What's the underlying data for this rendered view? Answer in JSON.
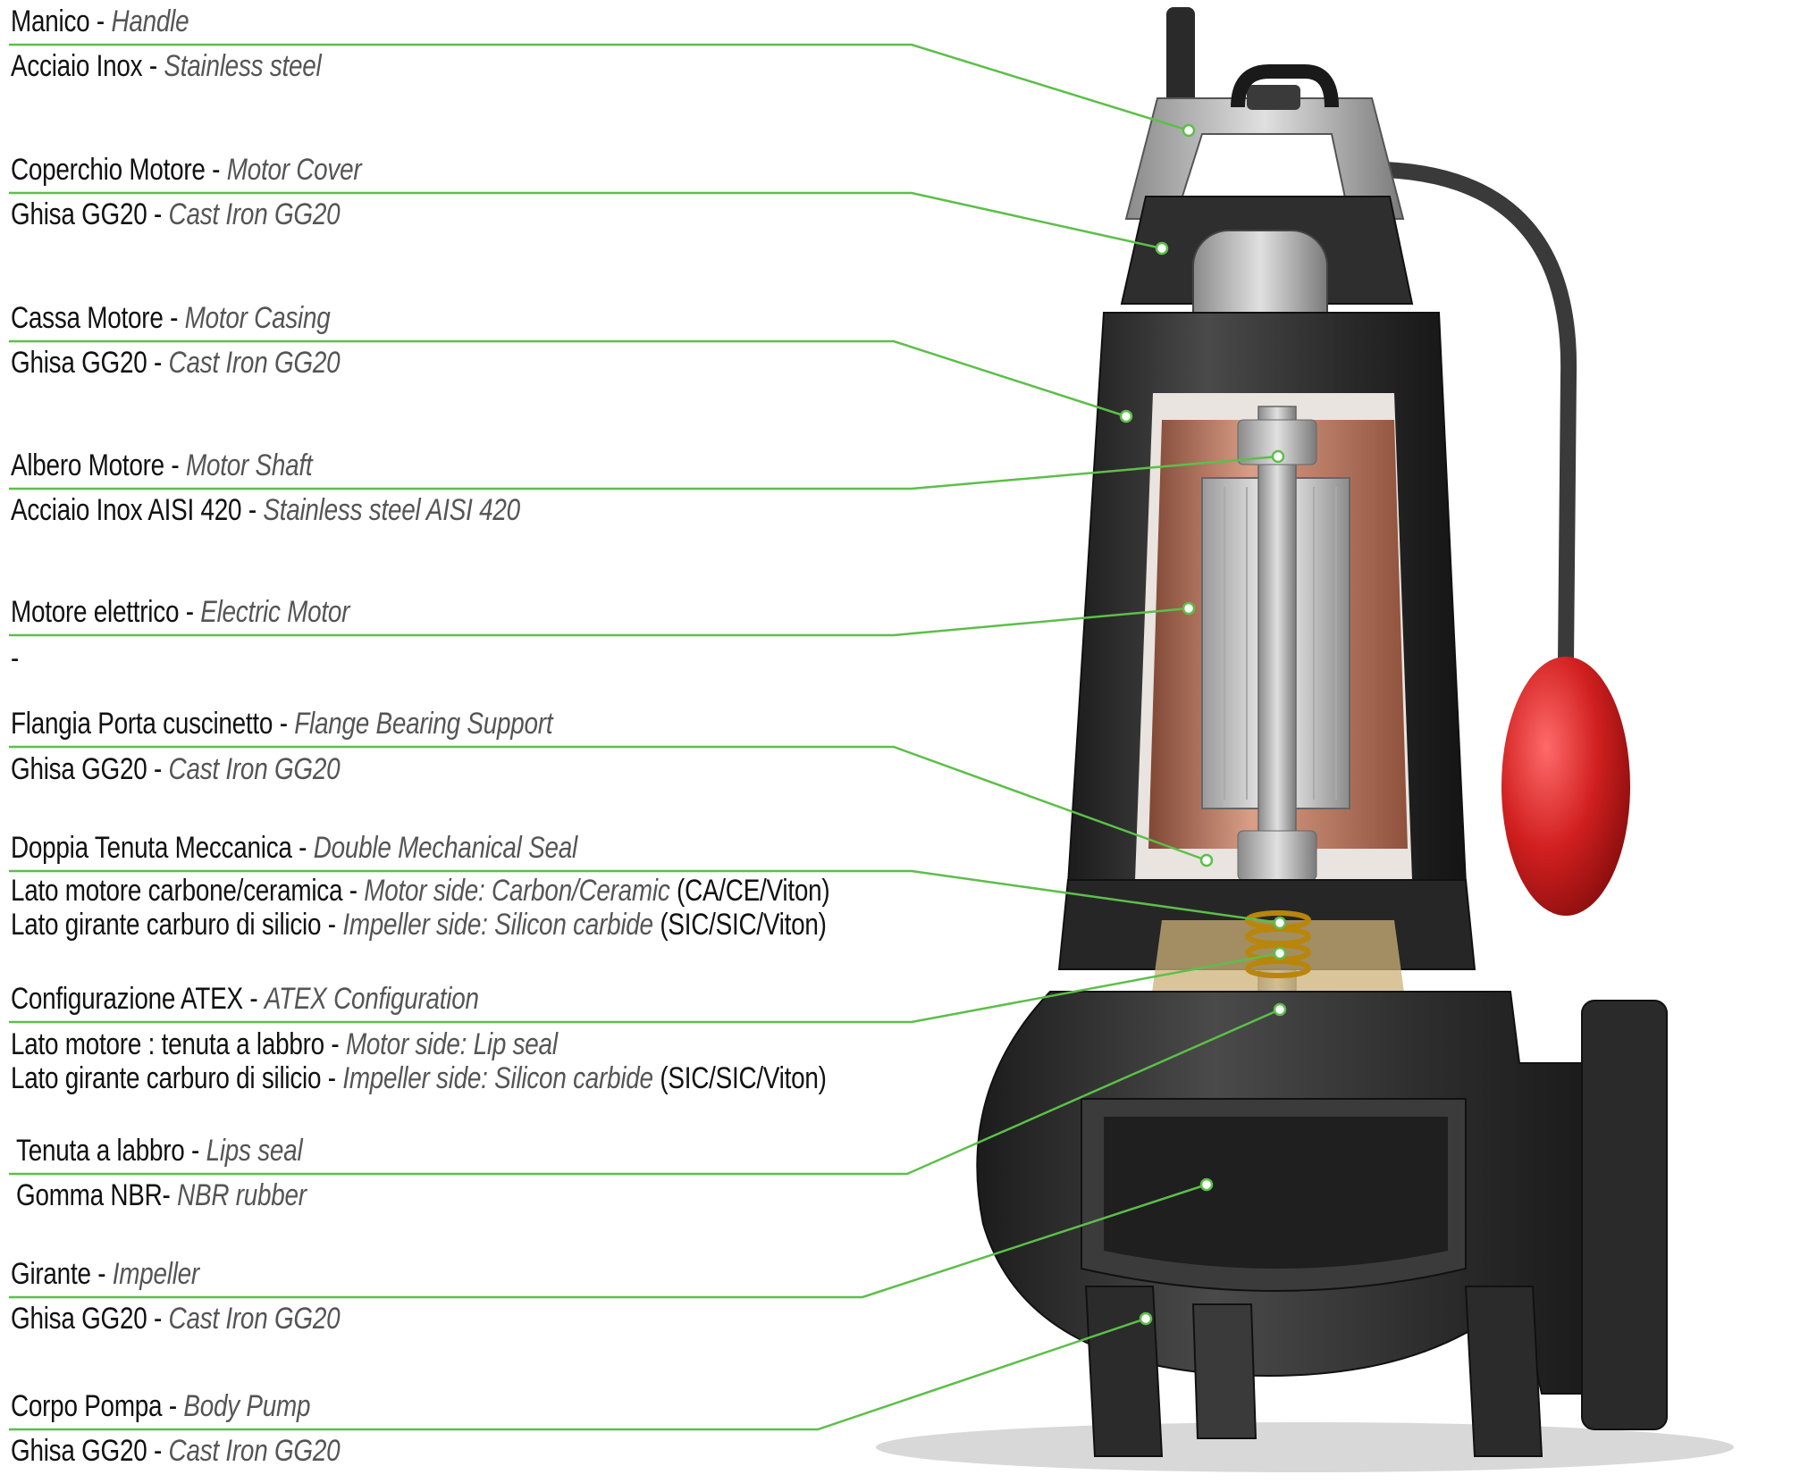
{
  "colors": {
    "leader": "#5cbf49",
    "pump_body": "#2b2b2b",
    "motor_copper": "#b8735a",
    "float": "#d11f1f",
    "text": "#111111",
    "italic_text": "#555555"
  },
  "labels": [
    {
      "it_name": "Manico",
      "en_name": "Handle",
      "it_mat": "Acciaio Inox",
      "en_mat": "Stainless steel"
    },
    {
      "it_name": "Coperchio Motore",
      "en_name": "Motor Cover",
      "it_mat": "Ghisa GG20",
      "en_mat": "Cast Iron GG20"
    },
    {
      "it_name": "Cassa Motore",
      "en_name": "Motor Casing",
      "it_mat": "Ghisa GG20",
      "en_mat": "Cast Iron GG20"
    },
    {
      "it_name": "Albero Motore",
      "en_name": "Motor Shaft",
      "it_mat": "Acciaio Inox AISI 420",
      "en_mat": "Stainless steel AISI 420"
    },
    {
      "it_name": "Motore elettrico",
      "en_name": "Electric Motor",
      "mat_dash": "-"
    },
    {
      "it_name": "Flangia Porta cuscinetto",
      "en_name": "Flange Bearing Support",
      "it_mat": "Ghisa GG20",
      "en_mat": "Cast Iron GG20"
    },
    {
      "it_name": "Doppia Tenuta Meccanica",
      "en_name": "Double Mechanical Seal",
      "l1_it": "Lato motore carbone/ceramica",
      "l1_en": "Motor side: Carbon/Ceramic",
      "l1_code": "(CA/CE/Viton)",
      "l2_it": "Lato girante carburo di silicio",
      "l2_en": "Impeller side: Silicon carbide",
      "l2_code": "(SIC/SIC/Viton)"
    },
    {
      "it_name": "Configurazione ATEX",
      "en_name": "ATEX Configuration",
      "l1_it": "Lato motore : tenuta a labbro",
      "l1_en": "Motor side: Lip seal",
      "l2_it": "Lato girante carburo di silicio",
      "l2_en": "Impeller side: Silicon carbide",
      "l2_code": "(SIC/SIC/Viton)"
    },
    {
      "it_name": "Tenuta a labbro",
      "en_name": "Lips seal",
      "it_mat": "Gomma NBR",
      "en_mat": "NBR rubber"
    },
    {
      "it_name": "Girante",
      "en_name": "Impeller",
      "it_mat": "Ghisa GG20",
      "en_mat": "Cast Iron GG20"
    },
    {
      "it_name": "Corpo Pompa",
      "en_name": "Body Pump",
      "it_mat": "Ghisa GG20",
      "en_mat": "Cast Iron GG20"
    }
  ]
}
